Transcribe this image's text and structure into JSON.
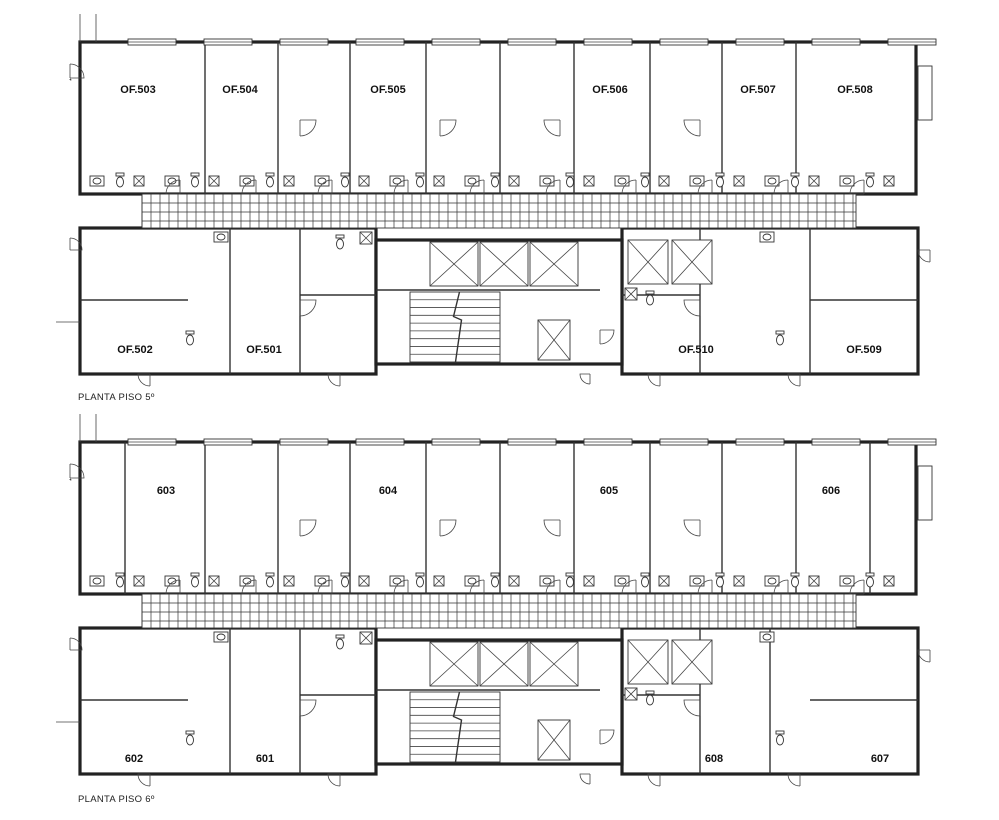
{
  "floors": [
    {
      "caption": "PLANTA PISO 5º",
      "rooms": [
        "OF.503",
        "OF.504",
        "OF.505",
        "OF.506",
        "OF.507",
        "OF.508",
        "OF.502",
        "OF.501",
        "OF.510",
        "OF.509"
      ]
    },
    {
      "caption": "PLANTA PISO 6º",
      "rooms": [
        "603",
        "604",
        "605",
        "606",
        "602",
        "601",
        "608",
        "607"
      ]
    }
  ]
}
